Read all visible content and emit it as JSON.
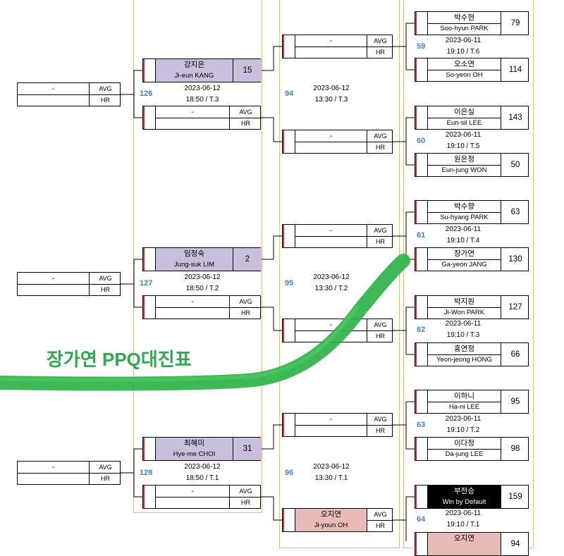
{
  "labels": {
    "avg": "AVG",
    "hr": "HR",
    "dash": "-"
  },
  "watermark": "장가연 PPQ대진표",
  "colors": {
    "player_purple": "#c9bfdd",
    "player_pink": "#e7bcb8",
    "bye_black": "#000000",
    "bracket_red": "#d8302f",
    "column_yellow": "#f2c14e",
    "match_number_blue": "#4a7fc1",
    "highlight_green": "#2fb24a"
  },
  "r3": [
    {
      "num": "126",
      "date": "2023-06-12",
      "time": "18:50 / T.3",
      "player": {
        "kor": "강지은",
        "eng": "Ji-eun KANG",
        "seed": "15"
      }
    },
    {
      "num": "127",
      "date": "2023-06-12",
      "time": "18:50 / T.2",
      "player": {
        "kor": "임정숙",
        "eng": "Jung-suk LIM",
        "seed": "2"
      }
    },
    {
      "num": "128",
      "date": "2023-06-12",
      "time": "18:50 / T.1",
      "player": {
        "kor": "최혜미",
        "eng": "Hye-me CHOI",
        "seed": "31"
      }
    }
  ],
  "r2": [
    {
      "num": "94",
      "date": "2023-06-12",
      "time": "13:30 / T.3"
    },
    {
      "num": "95",
      "date": "2023-06-12",
      "time": "13:30 / T.2"
    },
    {
      "num": "96",
      "date": "2023-06-12",
      "time": "13:30 / T.1",
      "player": {
        "kor": "오지연",
        "eng": "Ji-youn OH"
      }
    }
  ],
  "r1": [
    {
      "num": "59",
      "date": "2023-06-11",
      "time": "19:10 / T.6",
      "a": {
        "kor": "박수현",
        "eng": "Soo-hyun PARK",
        "seed": "79"
      },
      "b": {
        "kor": "오소연",
        "eng": "So-yeon OH",
        "seed": "114"
      }
    },
    {
      "num": "60",
      "date": "2023-06-11",
      "time": "19:10 / T.5",
      "a": {
        "kor": "이은실",
        "eng": "Eun-sil LEE",
        "seed": "143"
      },
      "b": {
        "kor": "원은정",
        "eng": "Eun-jung WON",
        "seed": "50"
      }
    },
    {
      "num": "61",
      "date": "2023-06-11",
      "time": "19:10 / T.4",
      "a": {
        "kor": "박수향",
        "eng": "Su-hyang PARK",
        "seed": "63"
      },
      "b": {
        "kor": "장가연",
        "eng": "Ga-yeon JANG",
        "seed": "130"
      }
    },
    {
      "num": "62",
      "date": "2023-06-11",
      "time": "19:10 / T.3",
      "a": {
        "kor": "박지원",
        "eng": "Ji-Won PARK",
        "seed": "127"
      },
      "b": {
        "kor": "홍연정",
        "eng": "Yeon-jeong HONG",
        "seed": "66"
      }
    },
    {
      "num": "63",
      "date": "2023-06-11",
      "time": "19:10 / T.2",
      "a": {
        "kor": "이하니",
        "eng": "Ha-ni LEE",
        "seed": "95"
      },
      "b": {
        "kor": "이다정",
        "eng": "Da-jung LEE",
        "seed": "98"
      }
    },
    {
      "num": "64",
      "date": "2023-06-11",
      "time": "19:10 / T.1",
      "a": {
        "kor": "부전승",
        "eng": "Win by Default",
        "seed": "159"
      },
      "b": {
        "kor": "오지연",
        "eng": "",
        "seed": "94"
      }
    }
  ]
}
